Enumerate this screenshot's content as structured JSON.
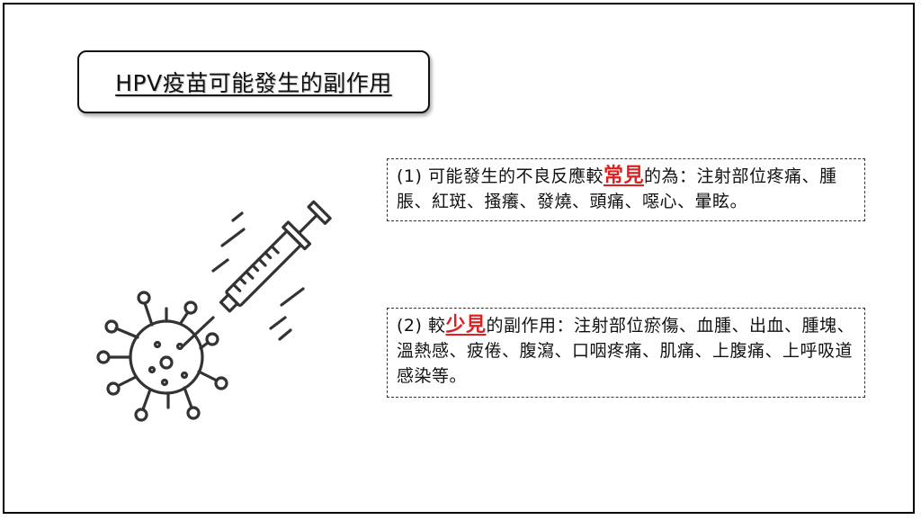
{
  "title": "HPV疫苗可能發生的副作用",
  "common_box": {
    "prefix": "(1) 可能發生的不良反應較",
    "highlight": "常見",
    "suffix": "的為：注射部位疼痛、腫脹、紅斑、搔癢、發燒、頭痛、噁心、暈眩。"
  },
  "rare_box": {
    "prefix": "(2) 較",
    "highlight": "少見",
    "suffix": "的副作用：注射部位瘀傷、血腫、出血、腫塊、溫熱感、疲倦、腹瀉、口咽疼痛、肌痛、上腹痛、上呼吸道感染等。"
  },
  "colors": {
    "highlight": "#e02020",
    "outline": "#111111"
  },
  "icons": {
    "illustration": "syringe-virus-icon"
  }
}
